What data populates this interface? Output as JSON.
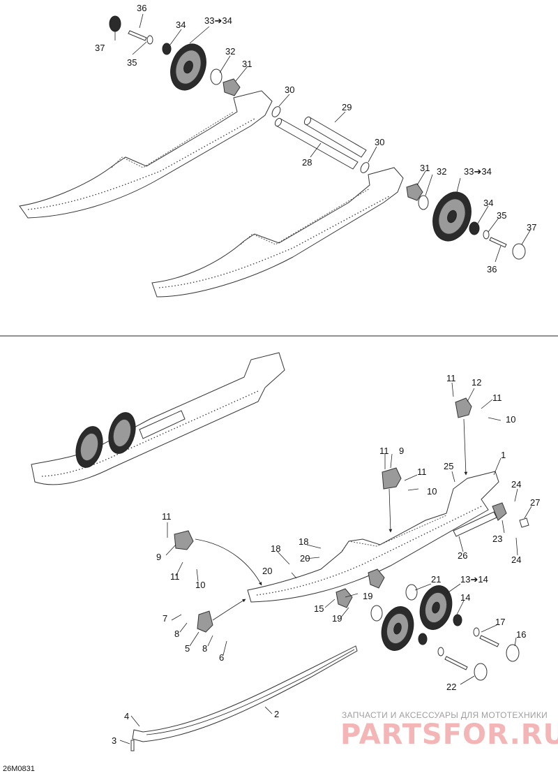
{
  "diagram": {
    "drawing_ref": "26M0831",
    "watermark_line": "ЗАПЧАСТИ И АКСЕССУАРЫ ДЛЯ МОТОТЕХНИКИ",
    "watermark_logo": "PARTSFOR.RU",
    "top_callouts": [
      "36",
      "37",
      "35",
      "34",
      "33➔34",
      "32",
      "31",
      "30",
      "29",
      "28",
      "30",
      "31",
      "32",
      "33➔34",
      "34",
      "35",
      "37",
      "36"
    ],
    "bottom_callouts": [
      "11",
      "12",
      "11",
      "10",
      "1",
      "9",
      "11",
      "11",
      "10",
      "25",
      "24",
      "27",
      "23",
      "24",
      "26",
      "11",
      "9",
      "11",
      "10",
      "18",
      "18",
      "20",
      "20",
      "21",
      "13➔14",
      "19",
      "14",
      "15",
      "19",
      "17",
      "16",
      "7",
      "8",
      "5",
      "8",
      "6",
      "22",
      "2",
      "4",
      "3"
    ]
  }
}
